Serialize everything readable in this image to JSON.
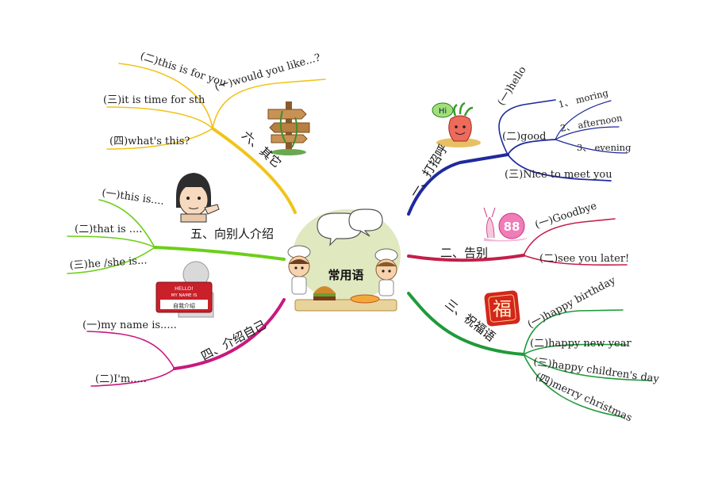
{
  "center": {
    "title": "常用语"
  },
  "branches": {
    "greeting": {
      "title": "一、打招呼",
      "color": "#1f2a9c",
      "items": [
        "(一)hello",
        "(二)good",
        "(三)Nice to meet you"
      ],
      "sub": [
        "1、 moring",
        "2、 afternoon",
        "3、 evening"
      ],
      "bubble": "Hi"
    },
    "farewell": {
      "title": "二、告别",
      "color": "#c41e4a",
      "items": [
        "(一)Goodbye",
        "(二)see you later!"
      ],
      "badge": "88"
    },
    "blessing": {
      "title": "三、祝福语",
      "color": "#1f9a3a",
      "items": [
        "(一)happy birthday",
        "(二)happy new year",
        "(三)happy children's day",
        "(四)merry christmas"
      ],
      "seal": "福"
    },
    "self_intro": {
      "title": "四、介绍自己",
      "color": "#c8197e",
      "items": [
        "(一)my name is.....",
        "(二)I'm....."
      ],
      "sign": [
        "HELLO!",
        "MY NAME IS",
        "自我介绍"
      ]
    },
    "intro_others": {
      "title": "五、向别人介绍",
      "color": "#6ccf1a",
      "items": [
        "(一)this is....",
        "(二)that is ....",
        "(三)he /she is..."
      ]
    },
    "other": {
      "title": "六、其它",
      "color": "#f0c419",
      "items": [
        "(一)would you like...?",
        "(二)this is for you",
        "(三)it is time for sth",
        "(四)what's this?"
      ]
    }
  }
}
